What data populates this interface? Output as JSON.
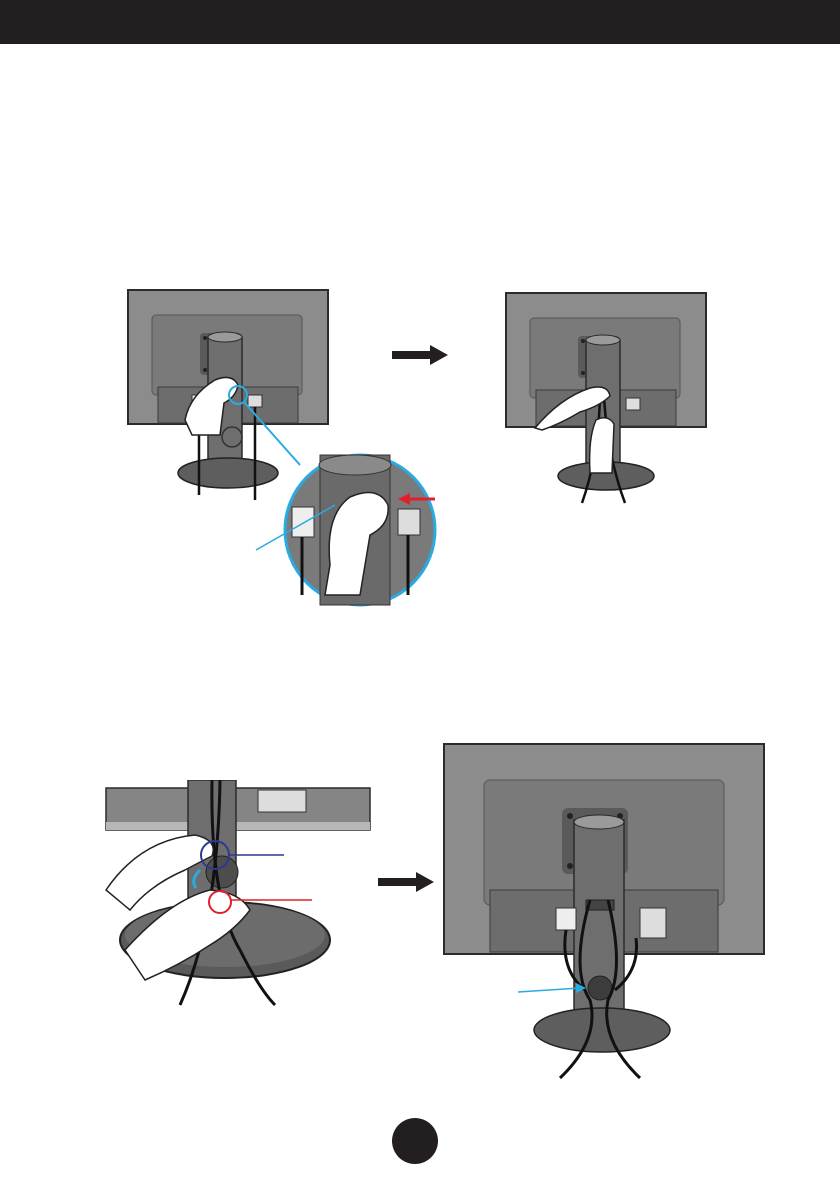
{
  "header": {
    "bar_color": "#231f20"
  },
  "page": {
    "number": ""
  },
  "illustrations": [
    {
      "name": "monitor-back-press-cable-clip",
      "icon": "hand-pressing-icon"
    },
    {
      "name": "monitor-back-cables-gathered",
      "icon": "hands-holding-cables-icon"
    },
    {
      "name": "stand-cable-holder-insertion",
      "icon": "hands-inserting-cable-icon"
    },
    {
      "name": "monitor-back-cables-routed",
      "icon": "cable-holder-icon"
    }
  ],
  "colors": {
    "callout_blue": "#29abe2",
    "callout_red": "#e0202a",
    "callout_navy": "#2b3990",
    "monitor_gray": "#8a8a8a",
    "monitor_dark": "#5b5b5b"
  }
}
